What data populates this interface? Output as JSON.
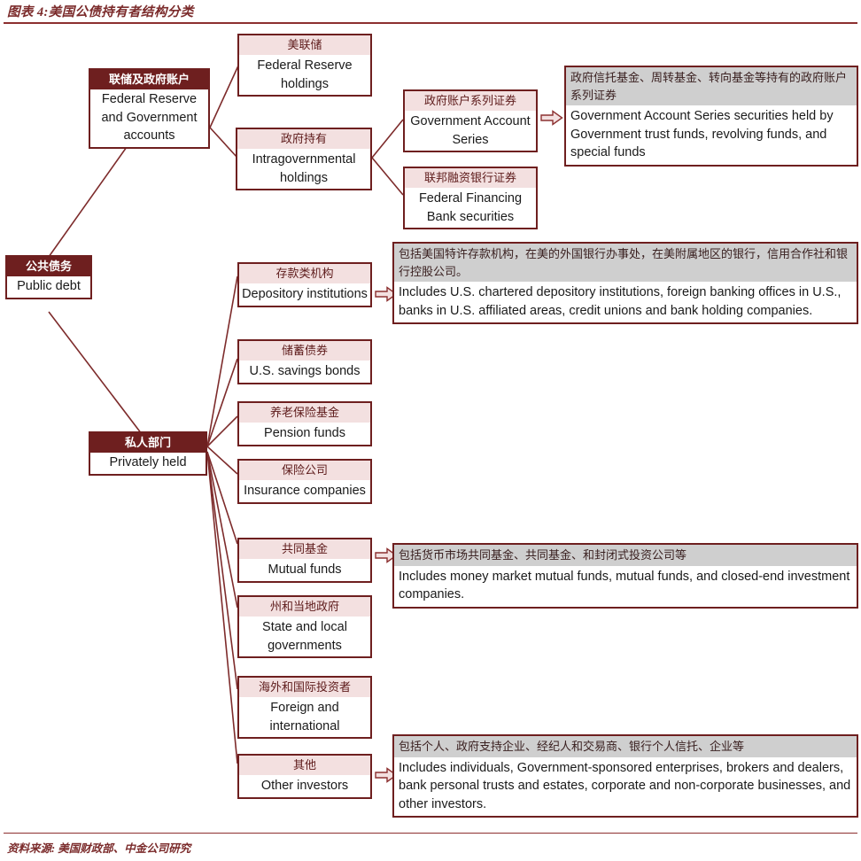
{
  "figure": {
    "title": "图表 4:美国公债持有者结构分类",
    "source": "资料来源: 美国财政部、中金公司研究",
    "accent_color": "#7b2b2b",
    "node_border_color": "#6e1f1f",
    "dark_header_bg": "#6e1f1f",
    "light_header_bg": "#f3e0e0",
    "desc_header_bg": "#cfcfcf"
  },
  "nodes": {
    "root": {
      "cn": "公共债务",
      "en": "Public debt"
    },
    "fed_gov": {
      "cn": "联储及政府账户",
      "en": "Federal Reserve and Government accounts"
    },
    "private": {
      "cn": "私人部门",
      "en": "Privately held"
    },
    "fed_holdings": {
      "cn": "美联储",
      "en": "Federal Reserve holdings"
    },
    "intragov": {
      "cn": "政府持有",
      "en": "Intragovernmental holdings"
    },
    "gas": {
      "cn": "政府账户系列证券",
      "en": "Government Account Series"
    },
    "ffb": {
      "cn": "联邦融资银行证券",
      "en": "Federal Financing Bank securities"
    },
    "depository": {
      "cn": "存款类机构",
      "en": "Depository institutions"
    },
    "savings_bonds": {
      "cn": "储蓄债券",
      "en": "U.S. savings bonds"
    },
    "pension": {
      "cn": "养老保险基金",
      "en": "Pension funds"
    },
    "insurance": {
      "cn": "保险公司",
      "en": "Insurance companies"
    },
    "mutual": {
      "cn": "共同基金",
      "en": "Mutual funds"
    },
    "state_local": {
      "cn": "州和当地政府",
      "en": "State and local governments"
    },
    "foreign": {
      "cn": "海外和国际投资者",
      "en": "Foreign and international"
    },
    "other": {
      "cn": "其他",
      "en": "Other investors"
    }
  },
  "descriptions": {
    "gas_desc": {
      "cn": "政府信托基金、周转基金、转向基金等持有的政府账户系列证券",
      "en": "Government Account Series securities held by Government trust funds, revolving funds, and special funds"
    },
    "depository_desc": {
      "cn": "包括美国特许存款机构，在美的外国银行办事处，在美附属地区的银行，信用合作社和银行控股公司。",
      "en": "Includes U.S. chartered depository institutions, foreign banking offices in U.S., banks in U.S. affiliated areas, credit unions and bank holding companies."
    },
    "mutual_desc": {
      "cn": "包括货币市场共同基金、共同基金、和封闭式投资公司等",
      "en": "Includes money market mutual funds, mutual funds, and closed-end investment companies."
    },
    "other_desc": {
      "cn": "包括个人、政府支持企业、经纪人和交易商、银行个人信托、企业等",
      "en": "Includes individuals, Government-sponsored enterprises, brokers and dealers, bank personal trusts and estates, corporate and non-corporate businesses, and other investors."
    }
  }
}
